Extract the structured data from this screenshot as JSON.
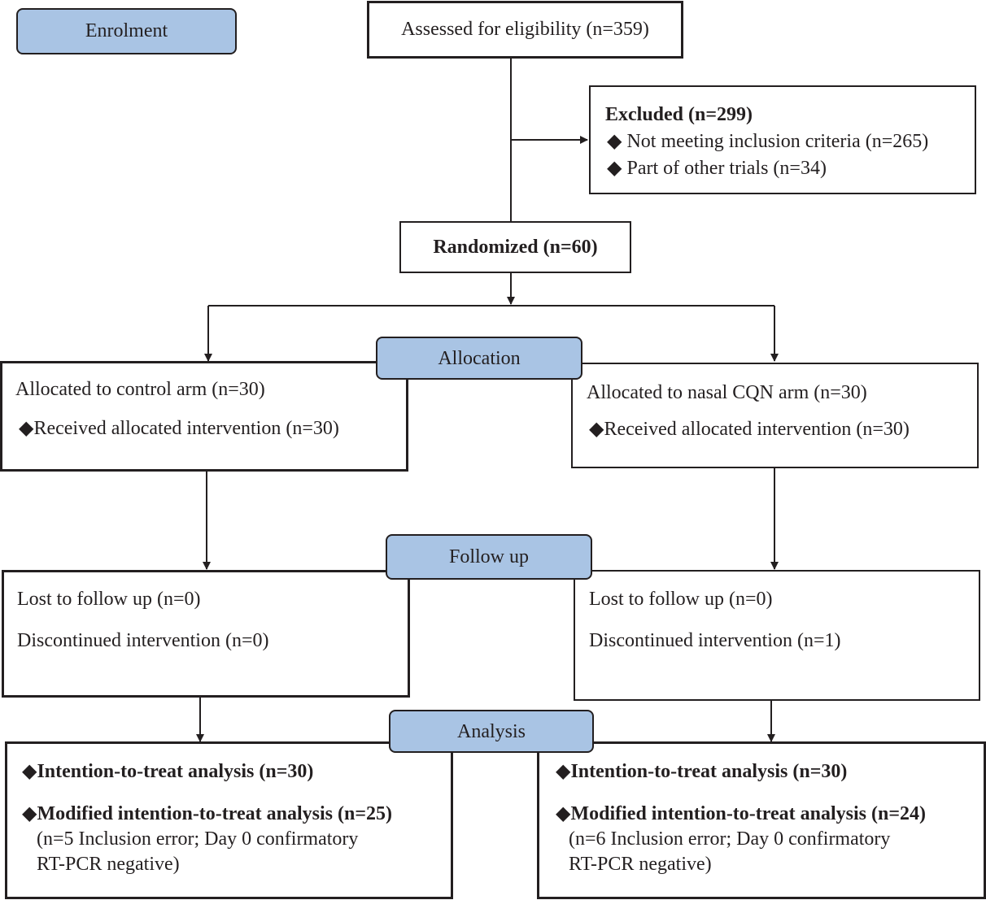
{
  "phases": {
    "enrolment": "Enrolment",
    "allocation": "Allocation",
    "follow_up": "Follow up",
    "analysis": "Analysis"
  },
  "assessed": "Assessed for eligibility (n=359)",
  "excluded": {
    "title": "Excluded (n=299)",
    "items": [
      "Not meeting inclusion criteria (n=265)",
      "Part of other trials (n=34)"
    ]
  },
  "randomized": "Randomized (n=60)",
  "bullet": "◆",
  "allocation": {
    "control": {
      "title": "Allocated to control arm (n=30)",
      "item": "Received allocated intervention (n=30)"
    },
    "nasal": {
      "title": "Allocated to nasal CQN arm (n=30)",
      "item": "Received allocated intervention (n=30)"
    }
  },
  "follow_up": {
    "control": {
      "lost": "Lost to follow up (n=0)",
      "discontinued": "Discontinued intervention (n=0)"
    },
    "nasal": {
      "lost": "Lost to follow up (n=0)",
      "discontinued": "Discontinued intervention (n=1)"
    }
  },
  "analysis": {
    "control": {
      "itt": "Intention-to-treat analysis (n=30)",
      "mitt": "Modified intention-to-treat analysis (n=25)",
      "note_line1": "(n=5 Inclusion error; Day 0 confirmatory",
      "note_line2": "RT-PCR negative)"
    },
    "nasal": {
      "itt": "Intention-to-treat analysis (n=30)",
      "mitt": "Modified intention-to-treat analysis (n=24)",
      "note_line1": "(n=6 Inclusion error; Day 0 confirmatory",
      "note_line2": "RT-PCR negative)"
    }
  },
  "colors": {
    "phase_fill": "#a9c4e4",
    "line": "#231f20"
  }
}
